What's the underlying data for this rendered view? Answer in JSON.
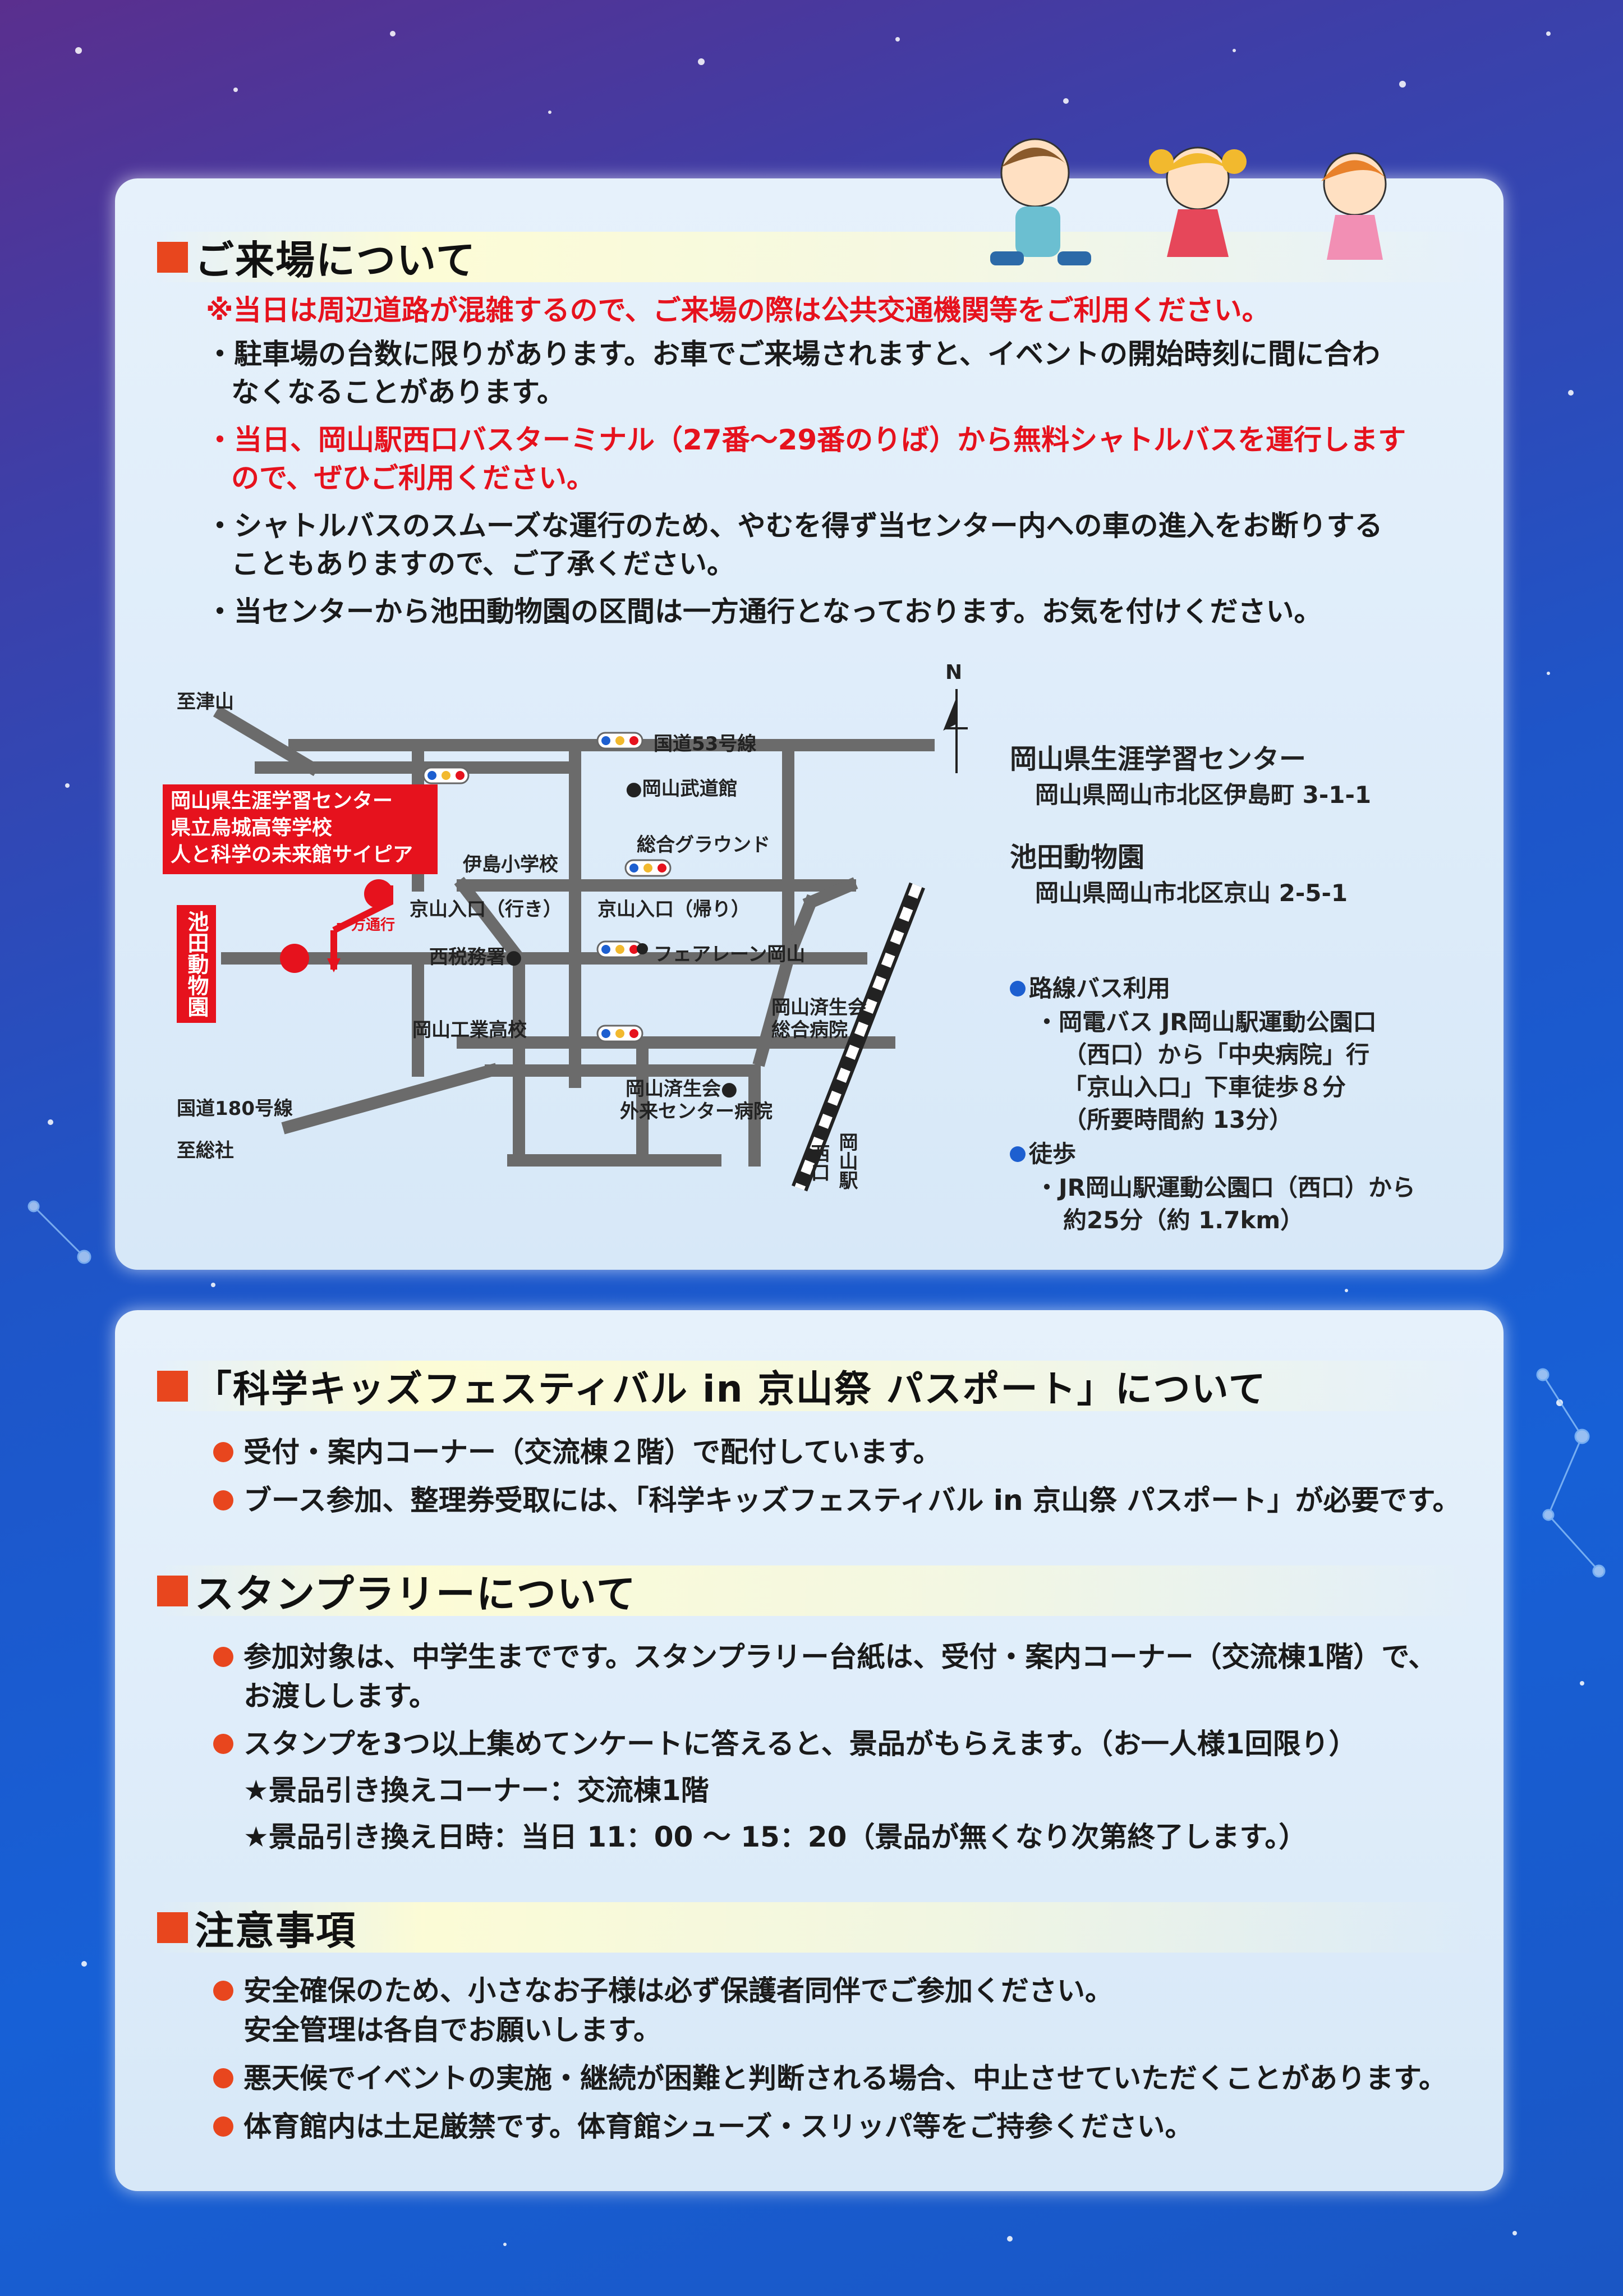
{
  "section1": {
    "title": "ご来場について",
    "notice": "※当日は周辺道路が混雑するので、ご来場の際は公共交通機関等をご利用ください。",
    "bullets": [
      {
        "line1": "・駐車場の台数に限りがあります。お車でご来場されますと、イベントの開始時刻に間に合わ",
        "line2": "なくなることがあります。"
      },
      {
        "line1": "・当日、岡山駅西口バスターミナル（27番～29番のりば）から無料シャトルバスを運行します",
        "line2": "ので、ぜひご利用ください。"
      },
      {
        "line1": "・シャトルバスのスムーズな運行のため、やむを得ず当センター内への車の進入をお断りする",
        "line2": "こともありますので、ご了承ください。"
      },
      {
        "line1": "・当センターから池田動物園の区間は一方通行となっております。お気を付けください。"
      }
    ]
  },
  "map": {
    "north": "N",
    "labels": {
      "to_tsuyama": "至津山",
      "route53": "国道53号線",
      "budokan": "●岡山武道館",
      "ground": "総合グラウンド",
      "center_box_1": "岡山県生涯学習センター",
      "center_box_2": "県立烏城高等学校",
      "center_box_3": "人と科学の未来館サイピア",
      "ikeda_box": "池田動物園",
      "iji_school": "伊島小学校",
      "kyoyama_iki": "京山入口（行き）",
      "kyoyama_kaeri": "京山入口（帰り）",
      "oneway": "一方通行",
      "zeimusho": "西税務署●",
      "fairlane": "フェアレーン岡山",
      "saiseikai_1": "岡山済生会",
      "saiseikai_2": "総合病院",
      "kogyo": "岡山工業高校",
      "route180": "国道180号線",
      "to_soja": "至総社",
      "gairai_1": "岡山済生会●",
      "gairai_2": "外来センター病院",
      "station_1": "岡山駅",
      "station_2": "西口"
    }
  },
  "access": {
    "place1_name": "岡山県生涯学習センター",
    "place1_addr": "岡山県岡山市北区伊島町 3-1-1",
    "place2_name": "池田動物園",
    "place2_addr": "岡山県岡山市北区京山 2-5-1",
    "bus_title": "路線バス利用",
    "bus_lines": [
      "・岡電バス JR岡山駅運動公園口",
      "（西口）から「中央病院」行",
      "「京山入口」下車徒歩８分",
      "（所要時間約 13分）"
    ],
    "walk_title": "徒歩",
    "walk_lines": [
      "・JR岡山駅運動公園口（西口）から",
      "約25分（約 1.7km）"
    ]
  },
  "section2": {
    "title": "「科学キッズフェスティバル in 京山祭 パスポート」について",
    "bullets": [
      "受付・案内コーナー（交流棟２階）で配付しています。",
      "ブース参加、整理券受取には、「科学キッズフェスティバル in 京山祭 パスポート」が必要です。"
    ]
  },
  "section3": {
    "title": "スタンプラリーについて",
    "b1_line1": "参加対象は、中学生までです。スタンプラリー台紙は、受付・案内コーナー（交流棟1階）で、",
    "b1_line2": "お渡しします。",
    "b2_line1": "スタンプを3つ以上集めてンケートに答えると、景品がもらえます。（お一人様1回限り）",
    "b2_line2": "★景品引き換えコーナー：交流棟1階",
    "b2_line3": "★景品引き換え日時：当日 11：00 ～ 15：20（景品が無くなり次第終了します。）"
  },
  "section4": {
    "title": "注意事項",
    "b1_line1": "安全確保のため、小さなお子様は必ず保護者同伴でご参加ください。",
    "b1_line2": "安全管理は各自でお願いします。",
    "b2": "悪天候でイベントの実施・継続が困難と判断される場合、中止させていただくことがあります。",
    "b3": "体育館内は土足厳禁です。体育館シューズ・スリッパ等をご持参ください。"
  },
  "colors": {
    "accent_red": "#e6121d",
    "heading_square": "#e8461e",
    "bullet_dot": "#e8461e",
    "access_dot": "#1d5fd0"
  }
}
